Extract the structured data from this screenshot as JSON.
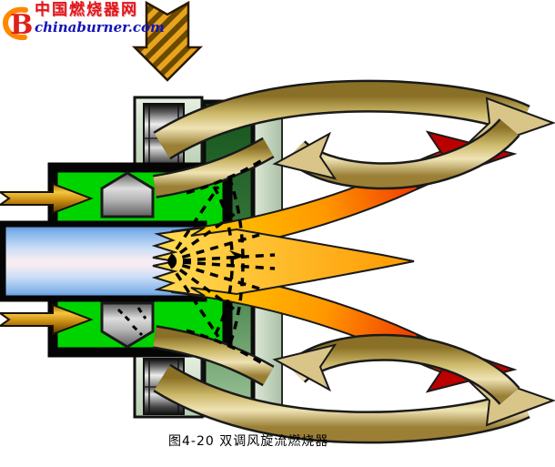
{
  "logo": {
    "site_name": "中国燃烧器网",
    "domain": "chinaburner.com",
    "mark": "flame-b-logo"
  },
  "figure": {
    "caption": "图4-20 双调风旋流燃烧器"
  },
  "parts": {
    "down_air_arrow": "secondary-air-inlet-down-arrow",
    "left_air_arrows": "primary-air-inlet-arrows",
    "tube": "central-oil-gun-tube",
    "windbox": "green-windbox-body",
    "vanes": "swirl-vanes",
    "registers": "air-register-rollers",
    "wall": "furnace-wall",
    "flame_arrows": "yellow-red-flame-arrows",
    "swirl_arrows": "tan-recirculation-swirl-arrows",
    "spray": "dashed-spray-cone"
  },
  "colors": {
    "body_green": "#00d400",
    "wall_green_dark": "#17541f",
    "wall_panel_sage": "#cfdfc9",
    "tube_blue": "#7fb0ea",
    "air_arrow_orange": "#e8a41c",
    "swirl_tan": "#cdb96a",
    "flame_yellow": "#ffd400",
    "flame_red": "#cc0000"
  }
}
